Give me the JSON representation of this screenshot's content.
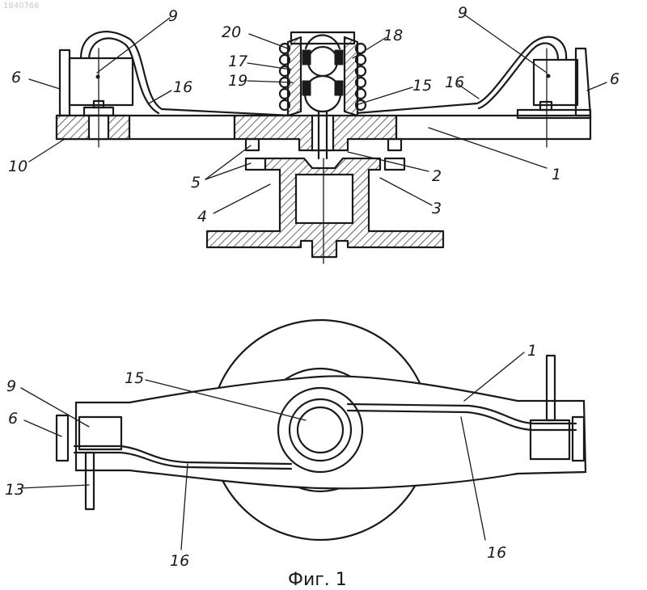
{
  "watermark": "1840766",
  "caption": "Фиг. 1",
  "labels": {
    "l20": "20",
    "l9_left": "9",
    "l9_right": "9",
    "l18": "18",
    "l17": "17",
    "l19": "19",
    "l6_left": "6",
    "l6_right": "6",
    "l16_top_left": "16",
    "l16_top_right": "16",
    "l15_top": "15",
    "l10": "10",
    "l1_top": "1",
    "l5": "5",
    "l2": "2",
    "l3": "3",
    "l4": "4",
    "l9_bottom": "9",
    "l6_bottom": "6",
    "l15_bottom": "15",
    "l1_bottom": "1",
    "l13": "13",
    "l16_bottom_left": "16",
    "l16_bottom_right": "16"
  }
}
